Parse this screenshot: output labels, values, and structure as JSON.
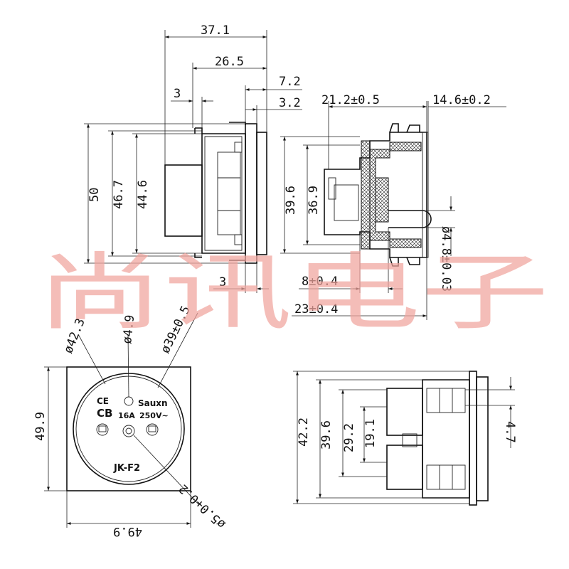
{
  "watermark": {
    "text": "尚讯电子",
    "color": "#f0a49d"
  },
  "front_view": {
    "dims": {
      "overall_depth": "37.1",
      "body_depth": "26.5",
      "flange_thickness": "7.2",
      "plate_thickness": "3.2",
      "rib": "3",
      "height_50": "50",
      "height_46_7": "46.7",
      "height_44_6": "44.6",
      "bottom_3": "3"
    }
  },
  "section_view": {
    "dims": {
      "depth_21_2": "21.2±0.5",
      "depth_14_6": "14.6±0.2",
      "height_39_6": "39.6",
      "height_36_9": "36.9",
      "pin_dia": "ø4.8±0.03",
      "pin_len": "8±0.4",
      "pin_total": "23±0.4"
    }
  },
  "face_view": {
    "dims": {
      "dia_42_3": "ø42.3",
      "dia_4_9": "ø4.9",
      "dia_39": "ø39±0.5",
      "dia_5": "ø5.0+0.2",
      "height_49_9": "49.9",
      "width_49_9": "49.9"
    },
    "markings": {
      "ce": "CE",
      "cb": "CB",
      "brand": "Sauxn",
      "current": "16A",
      "voltage": "250V~",
      "model": "JK-F2"
    }
  },
  "side_view": {
    "dims": {
      "height_42_2": "42.2",
      "height_39_6": "39.6",
      "height_29_2": "29.2",
      "height_19_1": "19.1",
      "width_4_7": "4.7"
    }
  }
}
